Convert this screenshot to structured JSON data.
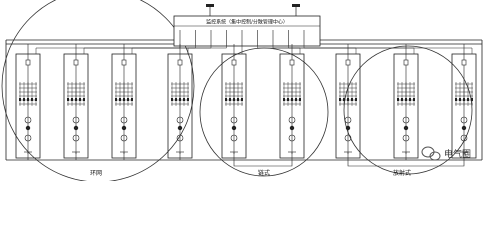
{
  "control_box": {
    "title": "监控系统（集中控制/分散管理中心）"
  },
  "groups": [
    {
      "label": "环网",
      "cabinet_count": 4
    },
    {
      "label": "链式",
      "cabinet_count": 2
    },
    {
      "label": "放射式",
      "cabinet_count": 3
    }
  ],
  "watermark": {
    "text": "电气圈",
    "icon": "wechat-logo-icon"
  }
}
